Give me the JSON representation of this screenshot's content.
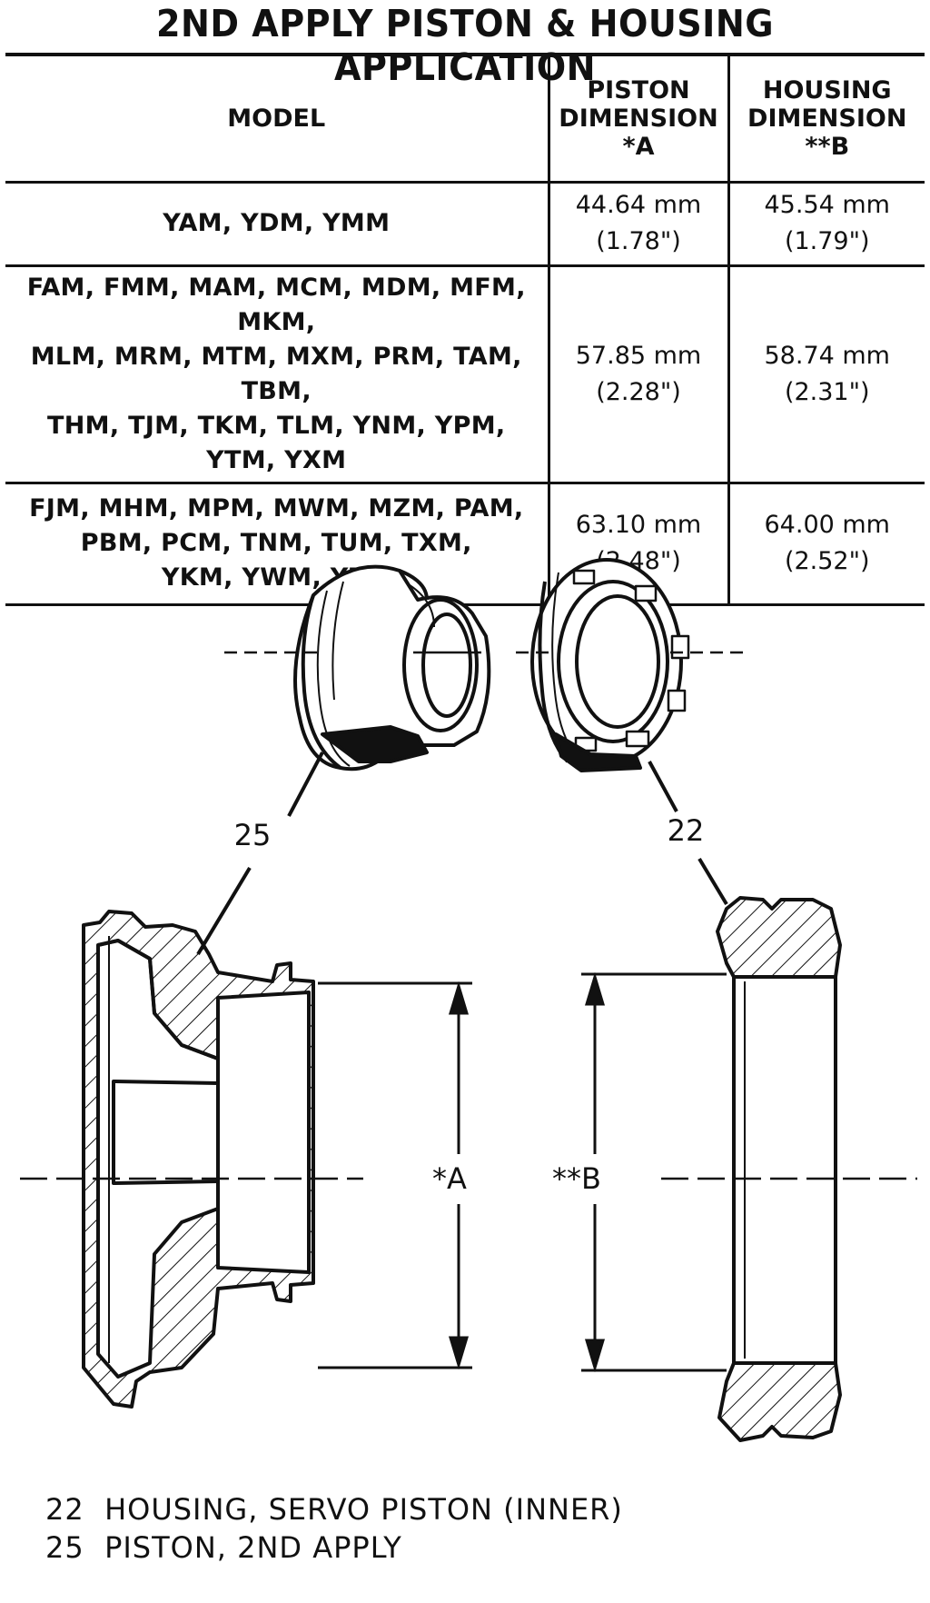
{
  "title": "2ND APPLY PISTON & HOUSING APPLICATION",
  "table": {
    "headers": {
      "model": "MODEL",
      "piston": [
        "PISTON",
        "DIMENSION",
        "*A"
      ],
      "housing": [
        "HOUSING",
        "DIMENSION",
        "**B"
      ]
    },
    "rows": [
      {
        "models": [
          "YAM, YDM, YMM"
        ],
        "piston": [
          "44.64 mm",
          "(1.78\")"
        ],
        "housing": [
          "45.54 mm",
          "(1.79\")"
        ]
      },
      {
        "models": [
          "FAM, FMM, MAM, MCM, MDM, MFM, MKM,",
          "MLM, MRM, MTM, MXM, PRM, TAM, TBM,",
          "THM, TJM, TKM, TLM, YNM, YPM, YTM, YXM"
        ],
        "piston": [
          "57.85 mm",
          "(2.28\")"
        ],
        "housing": [
          "58.74 mm",
          "(2.31\")"
        ]
      },
      {
        "models": [
          "FJM, MHM, MPM, MWM, MZM, PAM,",
          "PBM, PCM, TNM, TUM, TXM,",
          "YKM, YWM, YZM"
        ],
        "piston": [
          "63.10 mm",
          "(2.48\")"
        ],
        "housing": [
          "64.00 mm",
          "(2.52\")"
        ]
      }
    ]
  },
  "diagram": {
    "callouts": [
      "25",
      "22"
    ],
    "dimension_labels": [
      "*A",
      "**B"
    ]
  },
  "legend": [
    {
      "number": "22",
      "text": "HOUSING, SERVO PISTON (INNER)"
    },
    {
      "number": "25",
      "text": "PISTON, 2ND APPLY"
    }
  ]
}
